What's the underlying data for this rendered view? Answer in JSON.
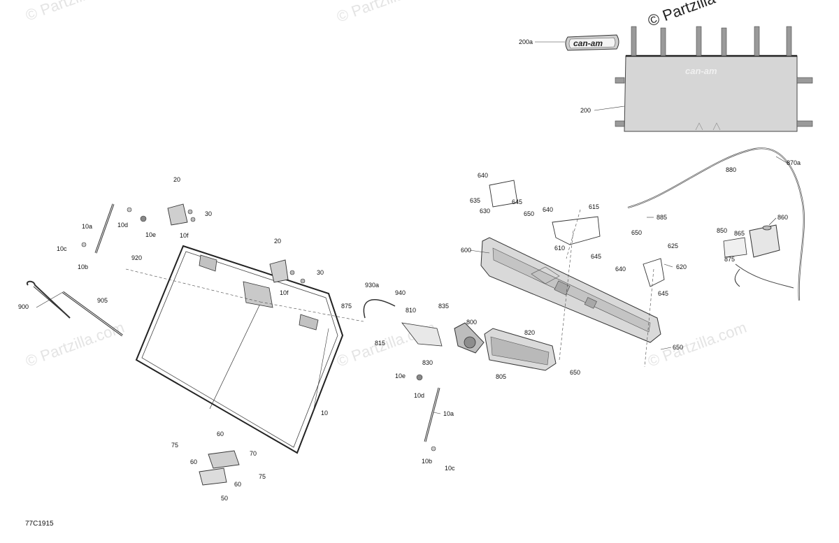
{
  "watermark": "© Partzilla.com",
  "watermark_top": "© Partzilla",
  "logo_text": "can-am",
  "diagram_code": "77C1915",
  "callouts": {
    "c200a": "200a",
    "c200": "200",
    "c880": "880",
    "c870a": "870a",
    "c885": "885",
    "c860": "860",
    "c850": "850",
    "c865": "865",
    "c875r": "875",
    "c640a": "640",
    "c645a": "645",
    "c635": "635",
    "c630": "630",
    "c650a": "650",
    "c640b": "640",
    "c615": "615",
    "c650b": "650",
    "c610": "610",
    "c645b": "645",
    "c600": "600",
    "c625": "625",
    "c640c": "640",
    "c620": "620",
    "c645c": "645",
    "c650c": "650",
    "c650d": "650",
    "c820": "820",
    "c805": "805",
    "c800": "800",
    "c835": "835",
    "c810": "810",
    "c815": "815",
    "c830": "830",
    "c940": "940",
    "c930a": "930a",
    "c875": "875",
    "c10e_r": "10e",
    "c10d_r": "10d",
    "c10a_r": "10a",
    "c10b_r": "10b",
    "c10c_r": "10c",
    "c20a": "20",
    "c30a": "30",
    "c10f_a": "10f",
    "c10e_l": "10e",
    "c10d_l": "10d",
    "c10a_l": "10a",
    "c10c_l": "10c",
    "c10b_l": "10b",
    "c20b": "20",
    "c30b": "30",
    "c10f_b": "10f",
    "c920": "920",
    "c900": "900",
    "c905": "905",
    "c10": "10",
    "c60a": "60",
    "c75a": "75",
    "c70": "70",
    "c60b": "60",
    "c60c": "60",
    "c75b": "75",
    "c50": "50"
  }
}
